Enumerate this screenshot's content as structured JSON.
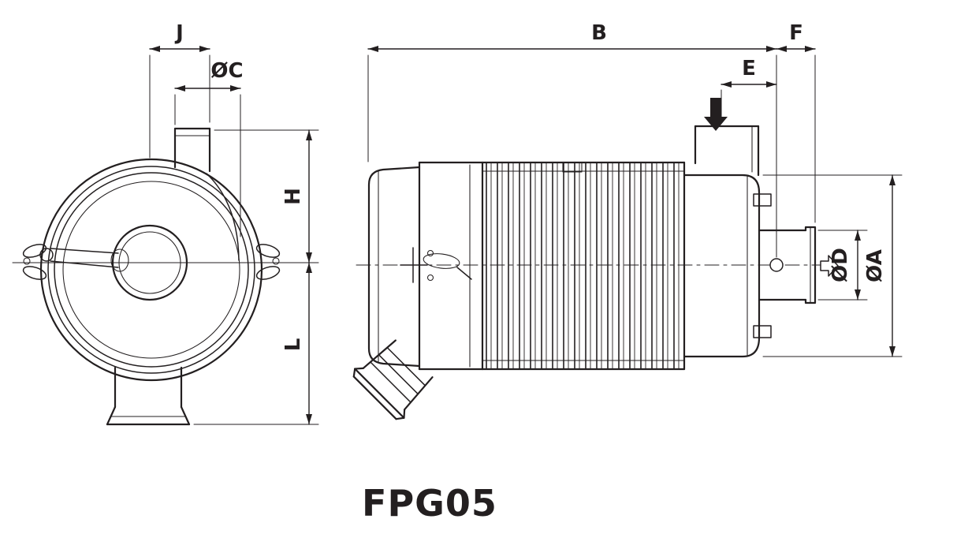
{
  "title": "FPG05",
  "dimension_labels": {
    "j": "J",
    "c": "ØC",
    "b": "B",
    "f": "F",
    "e": "E",
    "h": "H",
    "l": "L",
    "d": "ØD",
    "a": "ØA"
  },
  "colors": {
    "line": "#231f20",
    "background": "#ffffff"
  }
}
